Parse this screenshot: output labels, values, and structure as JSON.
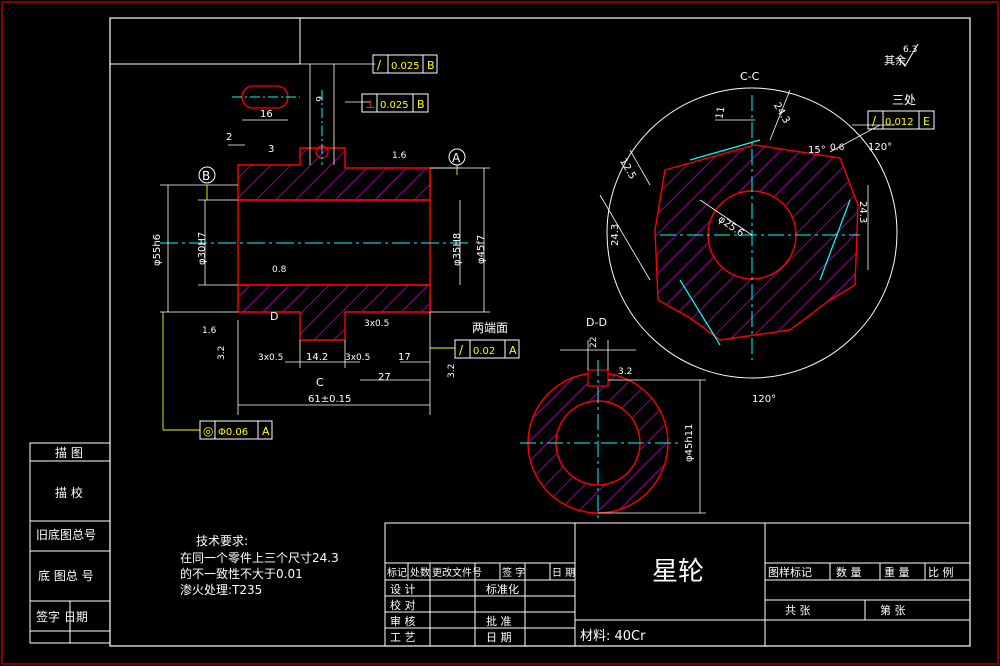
{
  "drawing": {
    "part_title": "星轮",
    "material": "材料: 40Cr",
    "section_cc": "C-C",
    "section_dd": "D-D",
    "three_places": "三处",
    "both_faces": "两端面",
    "rest_finish": "其余",
    "rest_finish_value": "6.3",
    "tech_req": {
      "heading": "技术要求:",
      "line1": "在同一个零件上三个尺寸24.3",
      "line2": "的不一致性不大于0.01",
      "line3": "渗火处理:T235"
    },
    "tolerance_frames": [
      {
        "symbol": "/",
        "value": "0.025",
        "datum": "B"
      },
      {
        "symbol": "⊥",
        "value": "0.025",
        "datum": "B"
      },
      {
        "symbol": "/",
        "value": "0.012",
        "datum": "E"
      },
      {
        "symbol": "/",
        "value": "0.02",
        "datum": "A"
      },
      {
        "symbol": "◎",
        "value": "Φ0.06",
        "datum": "A"
      }
    ],
    "dimensions": {
      "d16": "16",
      "d2": "2",
      "d3": "3",
      "d14_2": "14.2",
      "d3x05a": "3x0.5",
      "d3x05b": "3x0.5",
      "d3x05c": "3x0.5",
      "d17": "17",
      "d27": "27",
      "d61": "61±0.15",
      "dD": "D",
      "dC": "C",
      "d11": "11",
      "d120a": "120°",
      "d120b": "120°",
      "d15": "15°",
      "d243a": "24.3",
      "d243b": "24.3",
      "d243c": "24.3",
      "d125": "12.5",
      "d08": "0.8",
      "d06": "0.6",
      "d32": "3.2",
      "d16r": "1.6",
      "d16l": "1.6",
      "d32r": "3.2",
      "d6": "6",
      "d22": "22",
      "dia_outer": "φ55h6",
      "dia_bore": "φ30H7",
      "dia_right": "φ35H8",
      "dia_right2": "φ45f7",
      "dia_dd": "φ45h11",
      "dia_cc_bore": "φ25.6"
    },
    "datums": {
      "a": "A",
      "b": "B"
    },
    "left_table": [
      "描  图",
      "描  校",
      "旧底图总号",
      "底 图总 号",
      "签字  日期"
    ],
    "title_block": {
      "row_marks": [
        "标记",
        "处数",
        "更改文件号",
        "签  字",
        "日  期"
      ],
      "design": "设  计",
      "standard": "标准化",
      "check": "校  对",
      "review": "审  核",
      "process": "工  艺",
      "approve": "批  准",
      "date": "日  期",
      "stage": "图样标记",
      "qty": "数  量",
      "weight": "重  量",
      "scale": "比  例",
      "total": "共    张",
      "sheet": "第    张"
    }
  }
}
